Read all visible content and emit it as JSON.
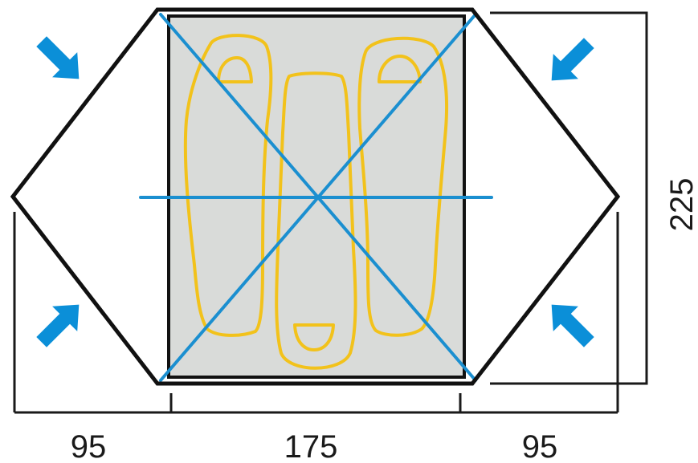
{
  "dimensions": {
    "left_vestibule": "95",
    "inner_width": "175",
    "right_vestibule": "95",
    "length": "225"
  },
  "colors": {
    "outline": "#111111",
    "inner_fill": "#d9dbd9",
    "sleeping_bag": "#f2c21b",
    "pole": "#1b8fd0",
    "arrow": "#0b8fd8",
    "dimension_line": "#1a1a1a"
  },
  "icons": {
    "entrance_arrows": "arrow-icon"
  }
}
